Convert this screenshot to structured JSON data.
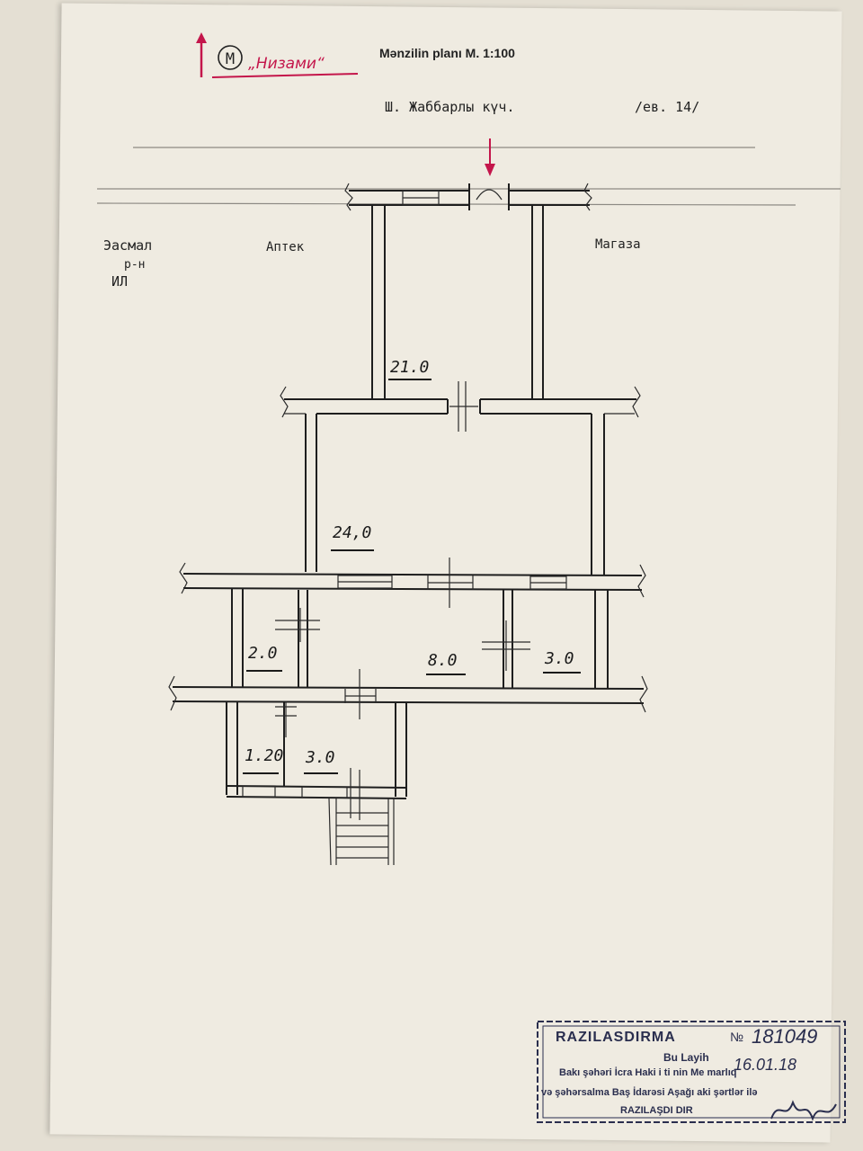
{
  "header": {
    "metro_letter": "M",
    "metro_name": "„Низами“",
    "plan_title": "Mənzilin planı M. 1:100",
    "address": "Ш. Жаббарлы күч.",
    "building": "/ев. 14/"
  },
  "neighbors": {
    "left_line1": "Эасмал",
    "left_line2": "р-н",
    "left_line3": "ИЛ",
    "middle": "Аптек",
    "right": "Магаза"
  },
  "rooms": [
    {
      "id": "front",
      "area": "21.0"
    },
    {
      "id": "main",
      "area": "24,0"
    },
    {
      "id": "small-left",
      "area": "2.0"
    },
    {
      "id": "corridor",
      "area": "8.0"
    },
    {
      "id": "small-right",
      "area": "3.0"
    },
    {
      "id": "wc",
      "area": "1.20"
    },
    {
      "id": "back",
      "area": "3.0"
    }
  ],
  "stamp": {
    "title": "RAZILASDIRMA",
    "number_prefix": "№",
    "number": "181049",
    "date": "16.01.18",
    "line1": "Bu Layih",
    "line2": "Bakı şəhəri İcra Haki  i   ti  nin  Me marlıq",
    "line3": "və şəhərsalma Baş İdarəsi    Aşağı aki şərtlər ilə",
    "line4": "RAZILAŞDI     DIR",
    "color": "#2a2e4e"
  },
  "colors": {
    "paper": "#efebe1",
    "ink": "#1e1e1e",
    "red_ink": "#c4164b"
  }
}
